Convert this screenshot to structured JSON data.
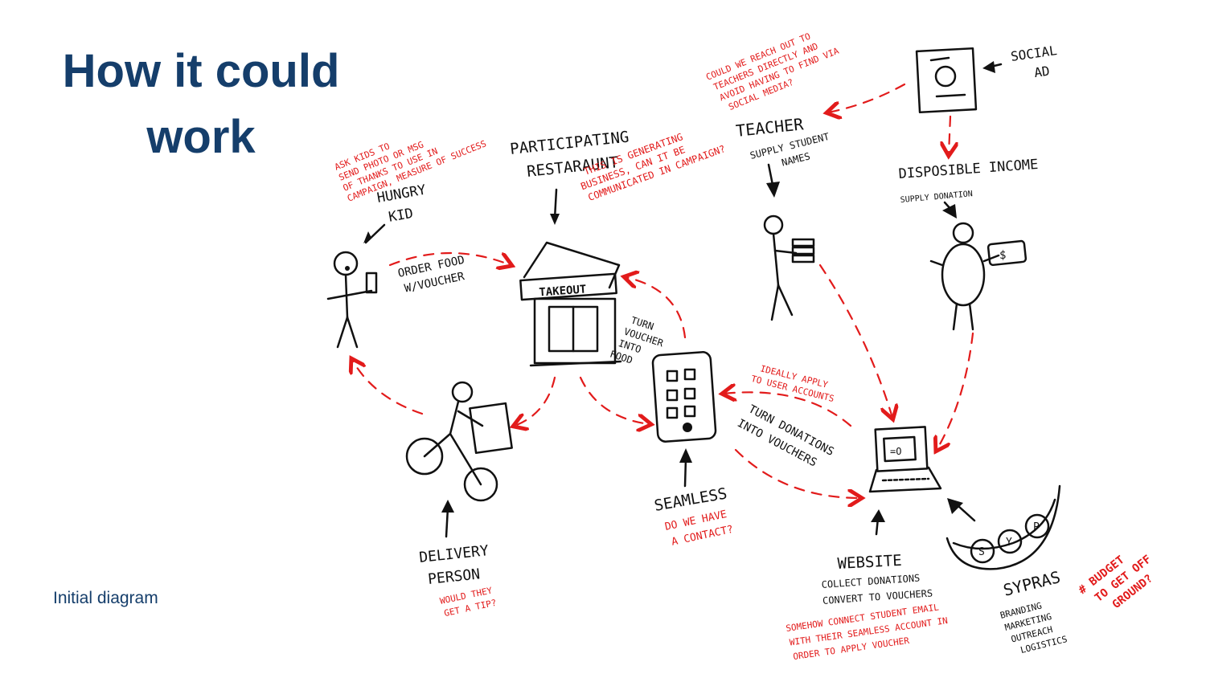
{
  "slide": {
    "title_line1": "How it could",
    "title_line2": "work",
    "caption": "Initial diagram"
  },
  "diagram": {
    "nodes": {
      "hungry_kid": {
        "label": [
          "HUNGRY",
          "KID"
        ]
      },
      "restaurant": {
        "label": [
          "PARTICIPATING",
          "RESTARAUNT"
        ],
        "sign": "TAKEOUT"
      },
      "teacher": {
        "label": "TEACHER",
        "sub": [
          "SUPPLY STUDENT",
          "NAMES"
        ]
      },
      "social_ad": {
        "label": [
          "SOCIAL",
          "AD"
        ]
      },
      "disposable_income": {
        "label": "DISPOSIBLE INCOME",
        "sub": "SUPPLY DONATION"
      },
      "delivery_person": {
        "label": [
          "DELIVERY",
          "PERSON"
        ]
      },
      "seamless": {
        "label": "SEAMLESS"
      },
      "website": {
        "label": "WEBSITE",
        "sub": [
          "COLLECT DONATIONS",
          "CONVERT TO VOUCHERS"
        ]
      },
      "sypras": {
        "label": "SYPRAS",
        "sub": [
          "BRANDING",
          "MARKETING",
          "OUTREACH",
          "LOGISTICS"
        ],
        "pod_letters": [
          "S",
          "Y",
          "P"
        ]
      }
    },
    "flow_labels": {
      "order_food": [
        "ORDER FOOD",
        "W/VOUCHER"
      ],
      "turn_voucher": [
        "TURN",
        "VOUCHER",
        "INTO",
        "FOOD"
      ],
      "turn_donations": [
        "TURN DONATIONS",
        "INTO VOUCHERS"
      ]
    },
    "notes": {
      "ask_kids": [
        "ASK KIDS TO",
        "SEND PHOTO OR MSG",
        "OF THANKS TO USE IN",
        "CAMPAIGN, MEASURE OF SUCCESS"
      ],
      "generating_business": [
        "THIS IS GENERATING",
        "BUSINESS, CAN IT BE",
        "COMMUNICATED IN CAMPAIGN?"
      ],
      "reach_teachers": [
        "COULD WE REACH OUT TO",
        "TEACHERS DIRECTLY AND",
        "AVOID HAVING TO FIND VIA",
        "SOCIAL MEDIA?"
      ],
      "tip": [
        "WOULD THEY",
        "GET A TIP?"
      ],
      "contact": [
        "DO WE HAVE",
        "A CONTACT?"
      ],
      "user_accounts": [
        "IDEALLY APPLY",
        "TO USER ACCOUNTS"
      ],
      "connect_email": [
        "SOMEHOW CONNECT STUDENT EMAIL",
        "WITH THEIR SEAMLESS ACCOUNT IN",
        "ORDER TO APPLY VOUCHER"
      ],
      "budget": [
        "# BUDGET",
        "TO GET OFF",
        "GROUND?"
      ]
    },
    "colors": {
      "ink": "#111111",
      "notes": "#e21b1b",
      "title": "#153e6b"
    }
  }
}
